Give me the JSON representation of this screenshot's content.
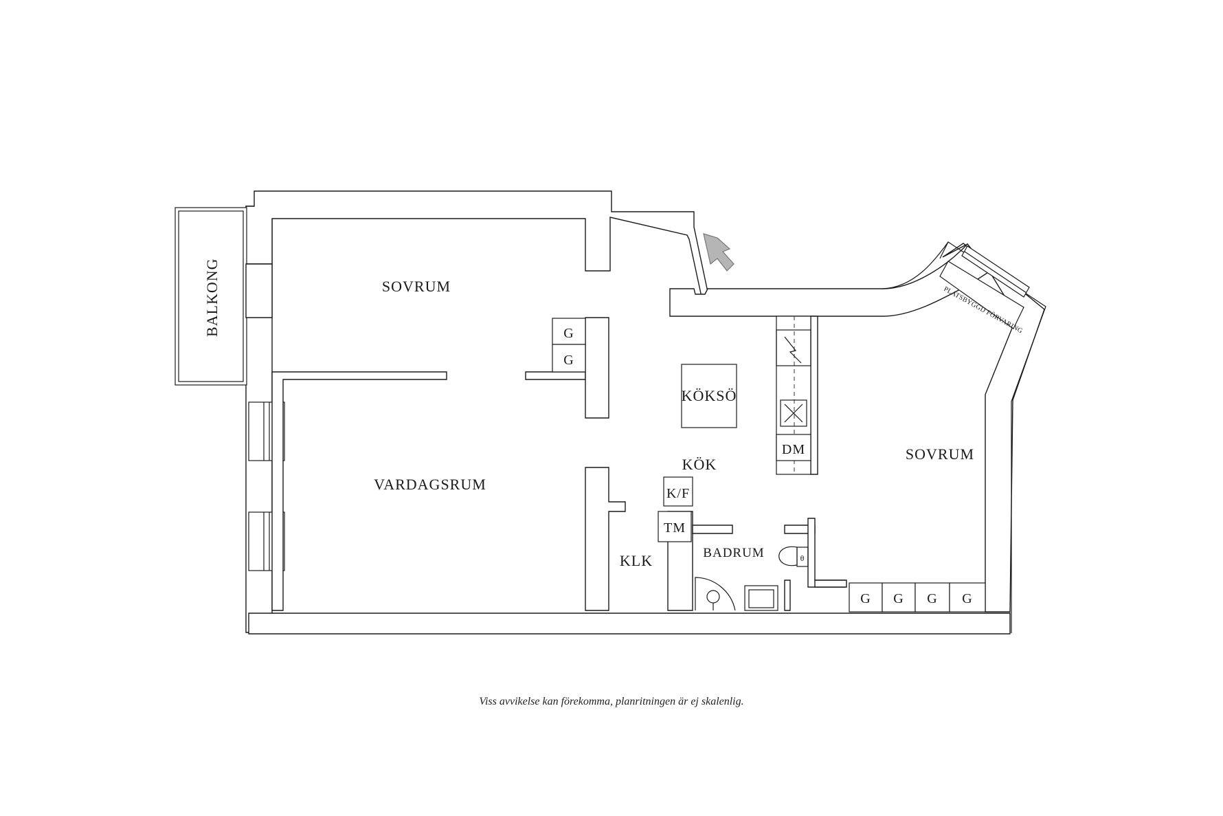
{
  "rooms": {
    "sovrum_1": "SOVRUM",
    "sovrum_2": "SOVRUM",
    "vardagsrum": "VARDAGSRUM",
    "kok": "KÖK",
    "koksö": "KÖKSÖ",
    "klk": "KLK",
    "badrum": "BADRUM",
    "balkong": "BALKONG"
  },
  "fixtures": {
    "garderob": "G",
    "kf": "K/F",
    "tm": "TM",
    "dm": "DM",
    "platsbyggd": "PLATSBYGGD FÖRVARING",
    "wc_symbol": "θ"
  },
  "disclaimer": "Viss avvikelse kan förekomma, planritningen är ej skalenlig.",
  "colors": {
    "line": "#1a1a1a",
    "entrance_arrow": "#b5b5b5"
  }
}
